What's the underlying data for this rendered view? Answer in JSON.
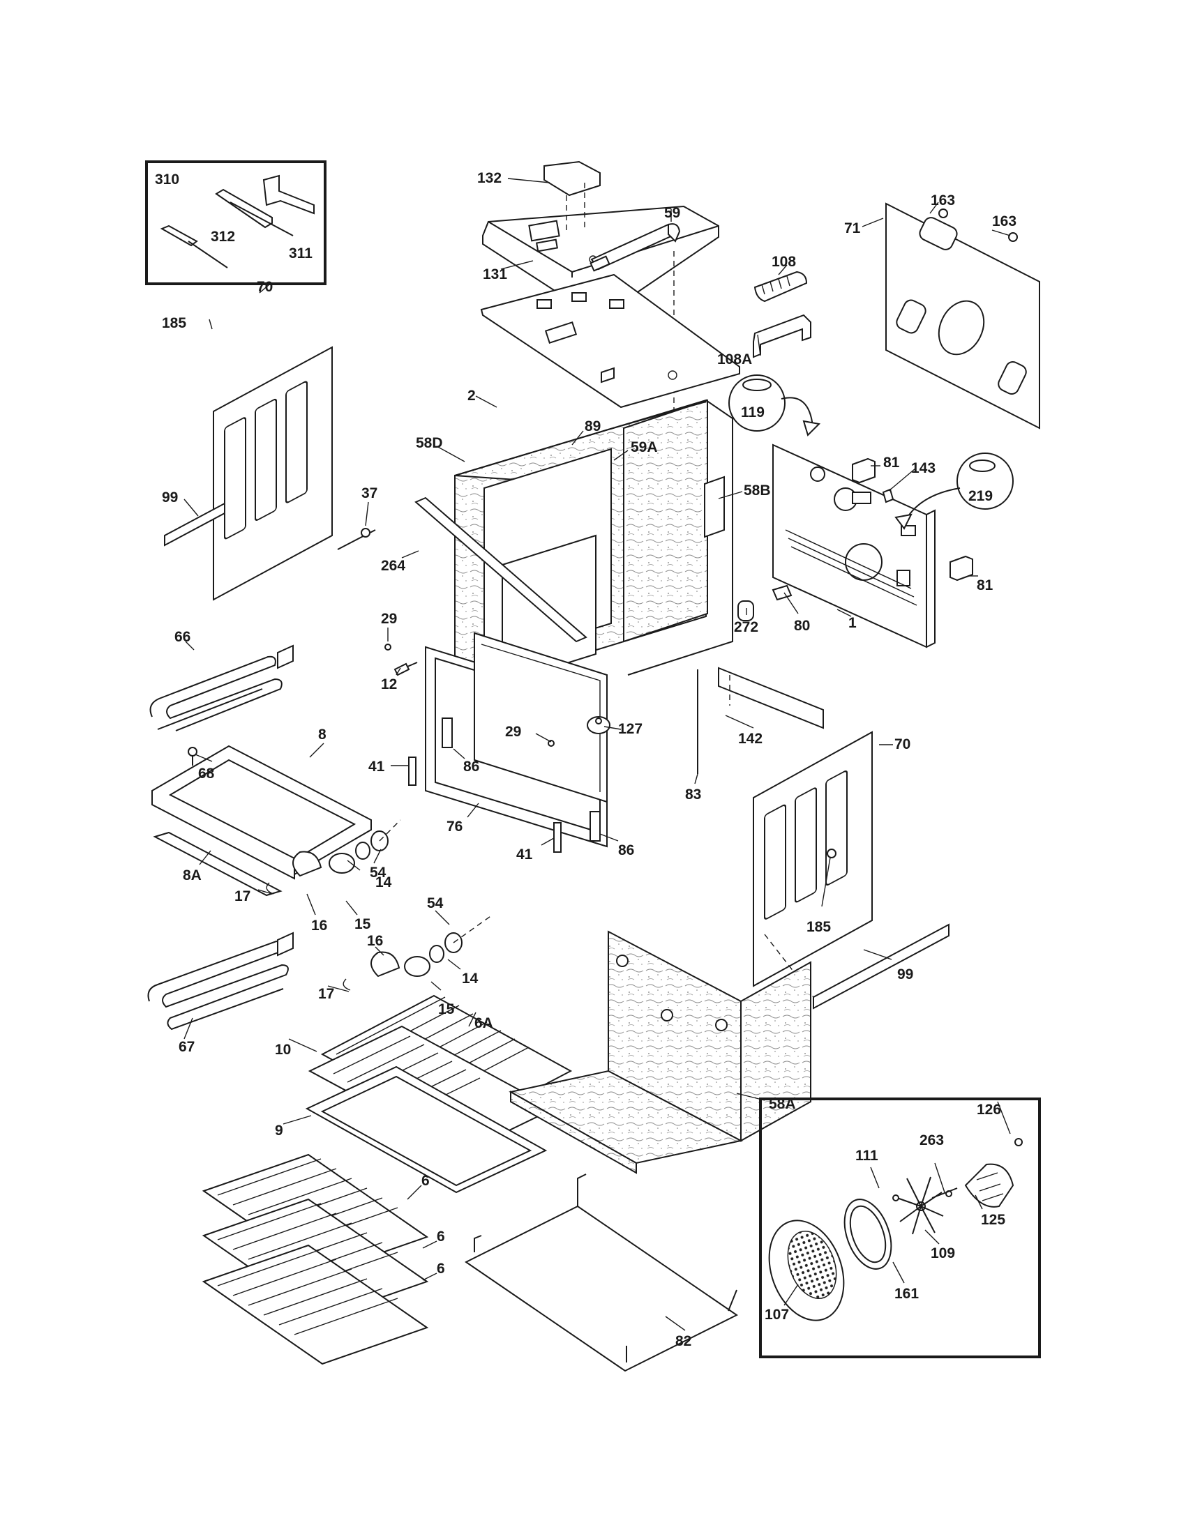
{
  "callouts": [
    {
      "id": "310",
      "label": "310"
    },
    {
      "id": "312",
      "label": "312"
    },
    {
      "id": "311",
      "label": "311"
    },
    {
      "id": "132",
      "label": "132"
    },
    {
      "id": "131",
      "label": "131"
    },
    {
      "id": "59",
      "label": "59"
    },
    {
      "id": "163a",
      "label": "163"
    },
    {
      "id": "163b",
      "label": "163"
    },
    {
      "id": "71",
      "label": "71"
    },
    {
      "id": "108",
      "label": "108"
    },
    {
      "id": "108A",
      "label": "108A"
    },
    {
      "id": "119",
      "label": "119"
    },
    {
      "id": "70a",
      "label": "70"
    },
    {
      "id": "185a",
      "label": "185"
    },
    {
      "id": "99a",
      "label": "99"
    },
    {
      "id": "2",
      "label": "2"
    },
    {
      "id": "89",
      "label": "89"
    },
    {
      "id": "58D",
      "label": "58D"
    },
    {
      "id": "59A",
      "label": "59A"
    },
    {
      "id": "58B",
      "label": "58B"
    },
    {
      "id": "81a",
      "label": "81"
    },
    {
      "id": "143",
      "label": "143"
    },
    {
      "id": "219",
      "label": "219"
    },
    {
      "id": "37",
      "label": "37"
    },
    {
      "id": "264",
      "label": "264"
    },
    {
      "id": "81b",
      "label": "81"
    },
    {
      "id": "29a",
      "label": "29"
    },
    {
      "id": "66",
      "label": "66"
    },
    {
      "id": "272",
      "label": "272"
    },
    {
      "id": "80",
      "label": "80"
    },
    {
      "id": "1",
      "label": "1"
    },
    {
      "id": "12",
      "label": "12"
    },
    {
      "id": "29b",
      "label": "29"
    },
    {
      "id": "127",
      "label": "127"
    },
    {
      "id": "142",
      "label": "142"
    },
    {
      "id": "8",
      "label": "8"
    },
    {
      "id": "68",
      "label": "68"
    },
    {
      "id": "41a",
      "label": "41"
    },
    {
      "id": "86a",
      "label": "86"
    },
    {
      "id": "70b",
      "label": "70"
    },
    {
      "id": "76",
      "label": "76"
    },
    {
      "id": "83",
      "label": "83"
    },
    {
      "id": "41b",
      "label": "41"
    },
    {
      "id": "86b",
      "label": "86"
    },
    {
      "id": "54a",
      "label": "54"
    },
    {
      "id": "8A",
      "label": "8A"
    },
    {
      "id": "14a",
      "label": "14"
    },
    {
      "id": "17a",
      "label": "17"
    },
    {
      "id": "15a",
      "label": "15"
    },
    {
      "id": "16a",
      "label": "16"
    },
    {
      "id": "185b",
      "label": "185"
    },
    {
      "id": "54b",
      "label": "54"
    },
    {
      "id": "16b",
      "label": "16"
    },
    {
      "id": "99b",
      "label": "99"
    },
    {
      "id": "14b",
      "label": "14"
    },
    {
      "id": "17b",
      "label": "17"
    },
    {
      "id": "15b",
      "label": "15"
    },
    {
      "id": "6A",
      "label": "6A"
    },
    {
      "id": "67",
      "label": "67"
    },
    {
      "id": "10",
      "label": "10"
    },
    {
      "id": "58A",
      "label": "58A"
    },
    {
      "id": "9",
      "label": "9"
    },
    {
      "id": "126",
      "label": "126"
    },
    {
      "id": "263",
      "label": "263"
    },
    {
      "id": "111",
      "label": "111"
    },
    {
      "id": "6a",
      "label": "6"
    },
    {
      "id": "125",
      "label": "125"
    },
    {
      "id": "6b",
      "label": "6"
    },
    {
      "id": "109",
      "label": "109"
    },
    {
      "id": "6c",
      "label": "6"
    },
    {
      "id": "161",
      "label": "161"
    },
    {
      "id": "107",
      "label": "107"
    },
    {
      "id": "82",
      "label": "82"
    }
  ]
}
